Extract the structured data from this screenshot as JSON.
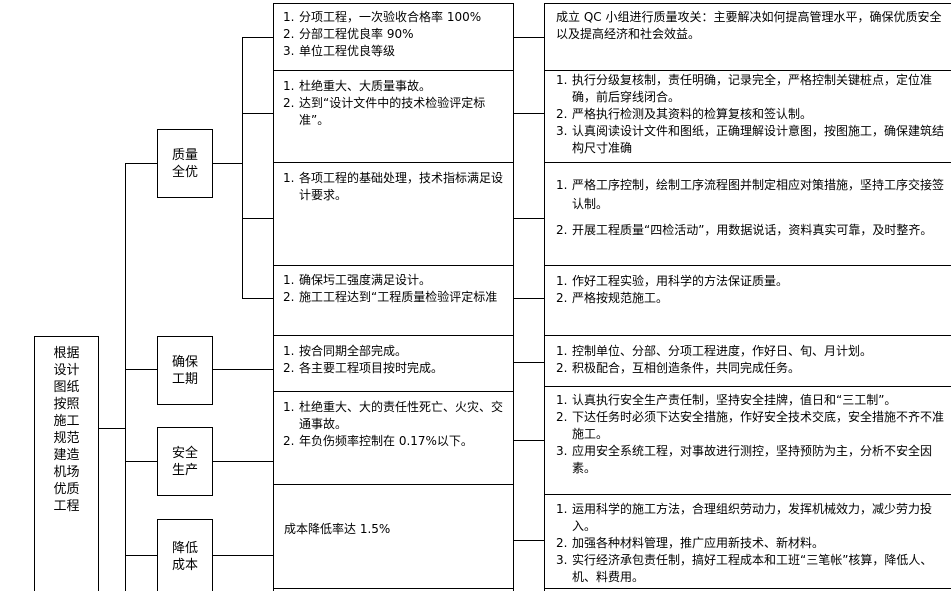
{
  "root": {
    "label": "根据设计图纸按照施工规范建造机场优质工程",
    "lines": [
      "根据",
      "设计",
      "图纸",
      "按照",
      "施工",
      "规范",
      "建造",
      "机场",
      "优质",
      "工程"
    ]
  },
  "categories": [
    {
      "key": "quality",
      "lines": [
        "质量",
        "全优"
      ]
    },
    {
      "key": "schedule",
      "lines": [
        "确保",
        "工期"
      ]
    },
    {
      "key": "safety",
      "lines": [
        "安全",
        "生产"
      ]
    },
    {
      "key": "cost",
      "lines": [
        "降低",
        "成本"
      ]
    }
  ],
  "goals": [
    {
      "items": [
        "分项工程，一次验收合格率 100%",
        "分部工程优良率 90%",
        "单位工程优良等级"
      ]
    },
    {
      "items": [
        "杜绝重大、大质量事故。",
        "达到“设计文件中的技术检验评定标准”。"
      ]
    },
    {
      "items": [
        "各项工程的基础处理，技术指标满足设计要求。"
      ]
    },
    {
      "items": [
        "确保圬工强度满足设计。",
        "施工工程达到“工程质量检验评定标准"
      ]
    },
    {
      "items": [
        "按合同期全部完成。",
        "各主要工程项目按时完成。"
      ]
    },
    {
      "items": [
        "杜绝重大、大的责任性死亡、火灾、交通事故。",
        "年负伤频率控制在 0.17%以下。"
      ]
    },
    {
      "text": "成本降低率达 1.5%"
    }
  ],
  "measures": [
    {
      "text": "成立 QC 小组进行质量攻关：主要解决如何提高管理水平，确保优质安全以及提高经济和社会效益。"
    },
    {
      "items": [
        "执行分级复核制，责任明确，记录完全，严格控制关键桩点，定位准确，前后穿线闭合。",
        "严格执行检测及其资料的检算复核和签认制。",
        "认真阅读设计文件和图纸，正确理解设计意图，按图施工，确保建筑结构尺寸准确"
      ]
    },
    {
      "items": [
        "严格工序控制，绘制工序流程图并制定相应对策措施，坚持工序交接签认制。",
        "开展工程质量“四检活动”，用数据说话，资料真实可靠，及时整齐。"
      ]
    },
    {
      "items": [
        "作好工程实验，用科学的方法保证质量。",
        "严格按规范施工。"
      ]
    },
    {
      "items": [
        "控制单位、分部、分项工程进度，作好日、旬、月计划。",
        "积极配合，互相创造条件，共同完成任务。"
      ]
    },
    {
      "items": [
        "认真执行安全生产责任制，坚持安全挂牌，值日和“三工制”。",
        "下达任务时必须下达安全措施，作好安全技术交底，安全措施不齐不准施工。",
        "应用安全系统工程，对事故进行测控，坚持预防为主，分析不安全因素。"
      ]
    },
    {
      "items": [
        "运用科学的施工方法，合理组织劳动力，发挥机械效力，减少劳力投入。",
        "加强各种材料管理，推广应用新技术、新材料。",
        "实行经济承包责任制，搞好工程成本和工班“三笔帐”核算，降低人、机、料费用。"
      ]
    }
  ]
}
